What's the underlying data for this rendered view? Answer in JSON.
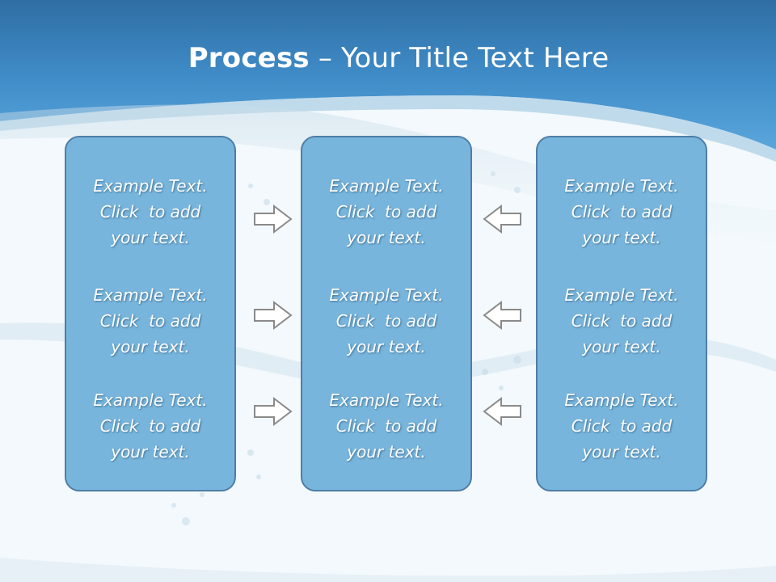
{
  "slide": {
    "title_bold": "Process",
    "title_rest": " – Your Title Text Here"
  },
  "columns": [
    {
      "items": [
        {
          "line1": "Example Text.",
          "line2": "Click  to add",
          "line3": "your text."
        },
        {
          "line1": "Example Text.",
          "line2": "Click  to add",
          "line3": "your text."
        },
        {
          "line1": "Example Text.",
          "line2": "Click  to add",
          "line3": "your text."
        }
      ]
    },
    {
      "items": [
        {
          "line1": "Example Text.",
          "line2": "Click  to add",
          "line3": "your text."
        },
        {
          "line1": "Example Text.",
          "line2": "Click  to add",
          "line3": "your text."
        },
        {
          "line1": "Example Text.",
          "line2": "Click  to add",
          "line3": "your text."
        }
      ]
    },
    {
      "items": [
        {
          "line1": "Example Text.",
          "line2": "Click  to add",
          "line3": "your text."
        },
        {
          "line1": "Example Text.",
          "line2": "Click  to add",
          "line3": "your text."
        },
        {
          "line1": "Example Text.",
          "line2": "Click  to add",
          "line3": "your text."
        }
      ]
    }
  ],
  "arrows": {
    "left_side": [
      "right-arrow-icon",
      "right-arrow-icon",
      "right-arrow-icon"
    ],
    "right_side": [
      "left-arrow-icon",
      "left-arrow-icon",
      "left-arrow-icon"
    ]
  },
  "colors": {
    "header_blue": "#3d86c4",
    "box_fill": "#78b5dc",
    "box_border": "#4e7ea6",
    "background": "#f3f9fc"
  }
}
